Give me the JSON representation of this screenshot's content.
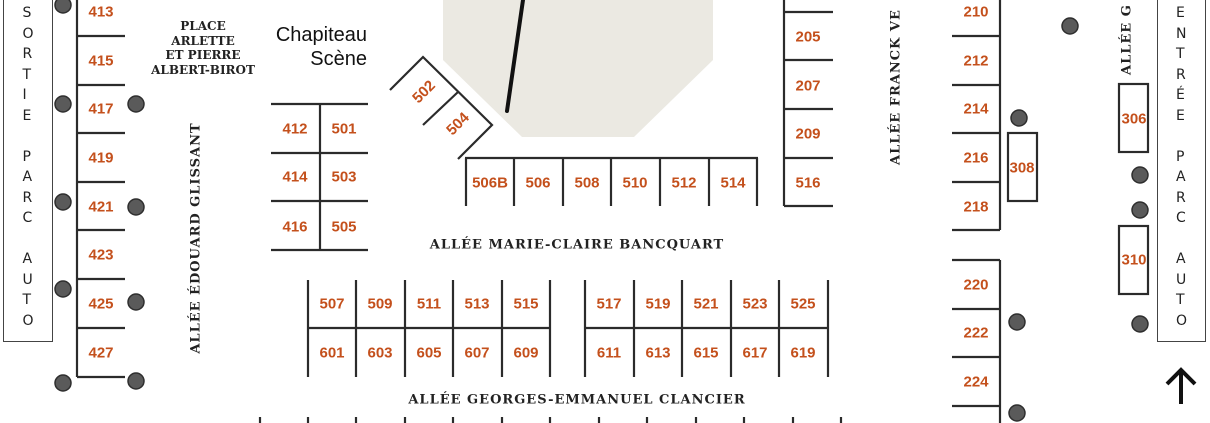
{
  "exits": {
    "left": "SORTIE PARC AUTO",
    "right": "ENTRÉE PARC AUTO"
  },
  "places": {
    "place_lines": [
      "PLACE",
      "ARLETTE",
      "ET PIERRE",
      "ALBERT-BIROT"
    ],
    "stage_lines": [
      "Chapiteau",
      "Scène"
    ]
  },
  "alleys": {
    "glissant": "ALLÉE ÉDOUARD GLISSANT",
    "bancquart": "ALLÉE MARIE-CLAIRE BANCQUART",
    "clancier": "ALLÉE GEORGES-EMMANUEL CLANCIER",
    "franck": "ALLÉE FRANCK VE",
    "g": "ALLÉE G"
  },
  "stalls": {
    "left_col": [
      "413",
      "415",
      "417",
      "419",
      "421",
      "423",
      "425",
      "427"
    ],
    "mid_col_a": [
      "412",
      "414",
      "416"
    ],
    "mid_col_b": [
      "501",
      "503",
      "505"
    ],
    "diagonal": [
      "502",
      "504"
    ],
    "row_506": [
      "506B",
      "506",
      "508",
      "510",
      "512",
      "514"
    ],
    "col_205": [
      "205",
      "207",
      "209",
      "516"
    ],
    "row_507": [
      "507",
      "509",
      "511",
      "513",
      "515"
    ],
    "row_601": [
      "601",
      "603",
      "605",
      "607",
      "609"
    ],
    "row_517": [
      "517",
      "519",
      "521",
      "523",
      "525"
    ],
    "row_611": [
      "611",
      "613",
      "615",
      "617",
      "619"
    ],
    "col_210": [
      "210",
      "212",
      "214",
      "216",
      "218"
    ],
    "col_220": [
      "220",
      "222",
      "224"
    ],
    "boxes": [
      "306",
      "308",
      "310"
    ]
  },
  "colors": {
    "stall_number": "#c4501c",
    "stage_area": "#ebe9e2",
    "lines": "#2b2b2b"
  },
  "icons": {
    "tree": "tree-icon",
    "arrow": "arrow-up-icon"
  }
}
